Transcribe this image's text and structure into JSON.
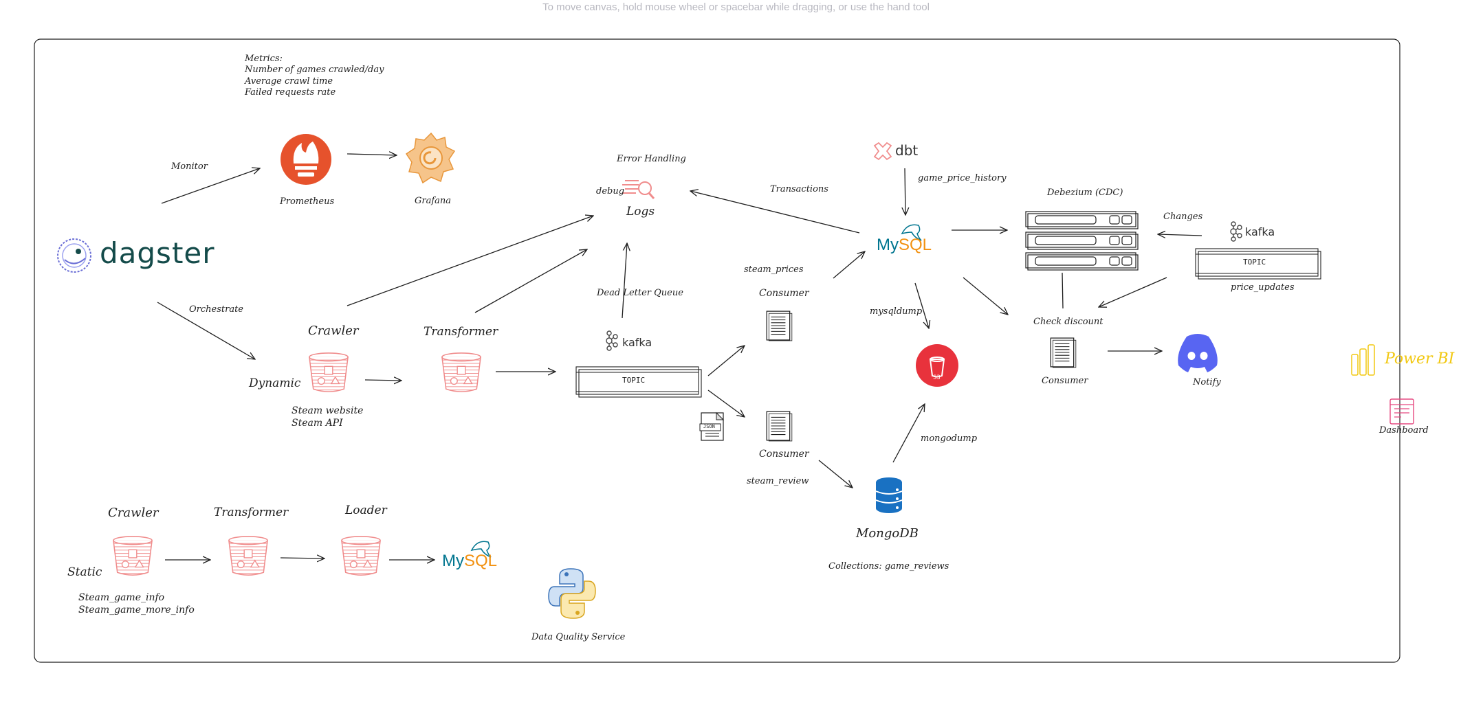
{
  "canvas": {
    "hint": "To move canvas, hold mouse wheel or spacebar while dragging, or use the hand tool"
  },
  "metrics": {
    "title": "Metrics:",
    "lines": [
      "Number of games crawled/day",
      "Average crawl time",
      "Failed requests rate"
    ]
  },
  "labels": {
    "monitor": "Monitor",
    "prometheus": "Prometheus",
    "grafana": "Grafana",
    "dagster": "dagster",
    "orchestrate": "Orchestrate",
    "error_handling": "Error Handling",
    "debug": "debug",
    "logs": "Logs",
    "transactions": "Transactions",
    "dbt": "dbt",
    "game_price_history": "game_price_history",
    "debezium": "Debezium (CDC)",
    "changes": "Changes",
    "kafka_right": "kafka",
    "topic_right": "TOPIC",
    "price_updates": "price_updates",
    "steam_prices": "steam_prices",
    "consumer_top": "Consumer",
    "mysqldump": "mysqldump",
    "check_discount": "Check discount",
    "consumer_right": "Consumer",
    "notify": "Notify",
    "power_bi": "Power BI",
    "dashboard": "Dashboard",
    "dead_letter_queue": "Dead Letter Queue",
    "kafka_mid": "kafka",
    "topic_mid": "TOPIC",
    "crawler_dynamic": "Crawler",
    "transformer_dynamic": "Transformer",
    "dynamic": "Dynamic",
    "steam_sources": [
      "Steam website",
      "Steam API"
    ],
    "consumer_bottom": "Consumer",
    "steam_review": "steam_review",
    "mongodump": "mongodump",
    "mongodb": "MongoDB",
    "collections": "Collections: game_reviews",
    "crawler_static": "Crawler",
    "transformer_static": "Transformer",
    "loader_static": "Loader",
    "static": "Static",
    "static_sources": [
      "Steam_game_info",
      "Steam_game_more_info"
    ],
    "data_quality": "Data Quality Service",
    "json_doc": "JSON",
    "s3": "S3"
  },
  "mysql": {
    "my": "My",
    "sql": "SQL"
  },
  "icons": {
    "bucket": "bucket-icon",
    "document": "document-icon",
    "discord": "discord-icon",
    "python": "python-icon",
    "mongodb": "database-icon",
    "s3": "s3-bucket-icon"
  },
  "colors": {
    "bucket": "#f08c8c",
    "s3": "#e8323c",
    "discord": "#5865f2",
    "mongodb": "#1971c2",
    "prometheus": "#e6522c",
    "grafana": "#f2a33a",
    "mysql_blue": "#00758f",
    "mysql_orange": "#f29111",
    "power_bi": "#f2c811",
    "dagster": "#144b4a"
  }
}
